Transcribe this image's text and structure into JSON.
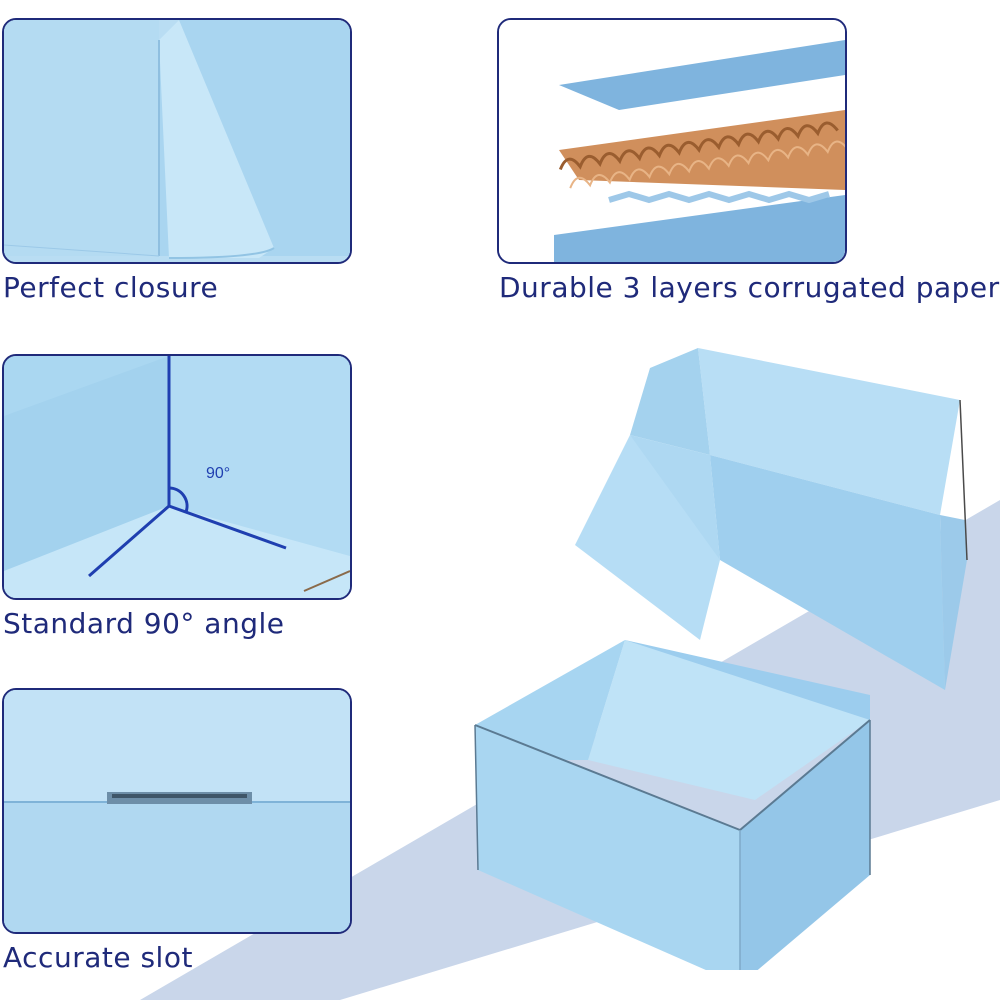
{
  "features": [
    {
      "caption": "Perfect closure"
    },
    {
      "caption": "Durable 3 layers corrugated paper"
    },
    {
      "caption": "Standard 90° angle"
    },
    {
      "caption": "Accurate slot"
    }
  ],
  "angle_label": "90°",
  "colors": {
    "box_blue": "#a9d6f0",
    "box_light": "#c7e6f7",
    "border_navy": "#1f2a7a",
    "kraft": "#c98a55",
    "background_stripe": "#c9d6ea"
  }
}
